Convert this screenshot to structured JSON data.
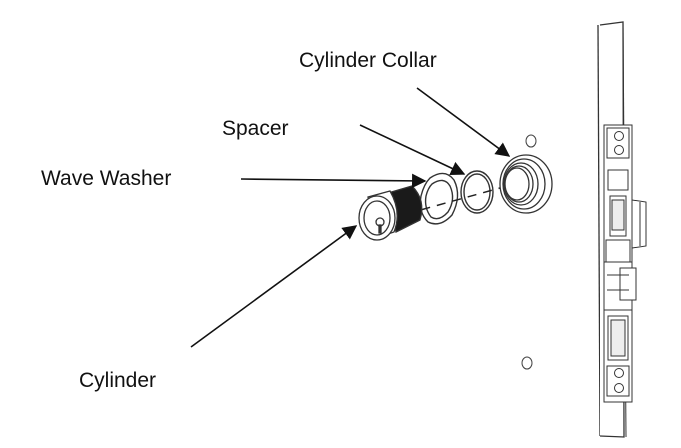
{
  "diagram": {
    "labels": {
      "cylinder_collar": "Cylinder Collar",
      "spacer": "Spacer",
      "wave_washer": "Wave Washer",
      "cylinder": "Cylinder"
    },
    "colors": {
      "line": "#111111",
      "outline": "#333333",
      "part_fill": "#ffffff",
      "cylinder_band": "#1a1a1a"
    }
  }
}
